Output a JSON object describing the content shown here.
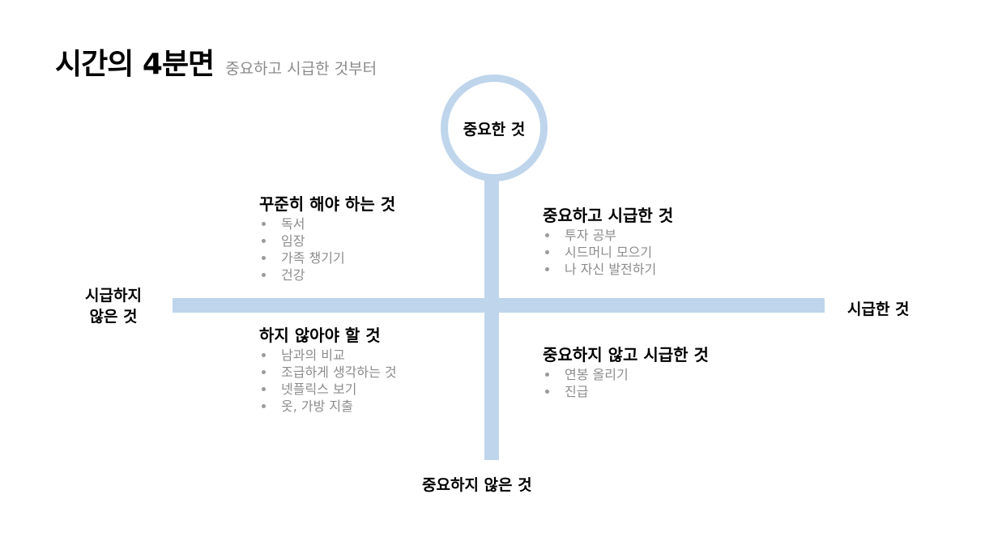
{
  "header": {
    "title": "시간의 4분면",
    "subtitle": "중요하고 시급한 것부터"
  },
  "axes": {
    "top": "중요한 것",
    "left": "시급하지\n않은 것",
    "right": "시급한 것",
    "bottom": "중요하지 않은 것"
  },
  "colors": {
    "axis": "#bed5ec",
    "muted_text": "#8c8c8c"
  },
  "quadrants": {
    "top_left": {
      "title": "꾸준히 해야 하는 것",
      "items": [
        "독서",
        "임장",
        "가족 챙기기",
        "건강"
      ]
    },
    "top_right": {
      "title": "중요하고 시급한 것",
      "items": [
        "투자 공부",
        "시드머니 모으기",
        "나 자신 발전하기"
      ]
    },
    "bottom_left": {
      "title": "하지 않아야 할 것",
      "items": [
        "남과의 비교",
        "조급하게 생각하는 것",
        "넷플릭스 보기",
        "옷, 가방 지출"
      ]
    },
    "bottom_right": {
      "title": "중요하지 않고 시급한 것",
      "items": [
        "연봉 올리기",
        "진급"
      ]
    }
  }
}
